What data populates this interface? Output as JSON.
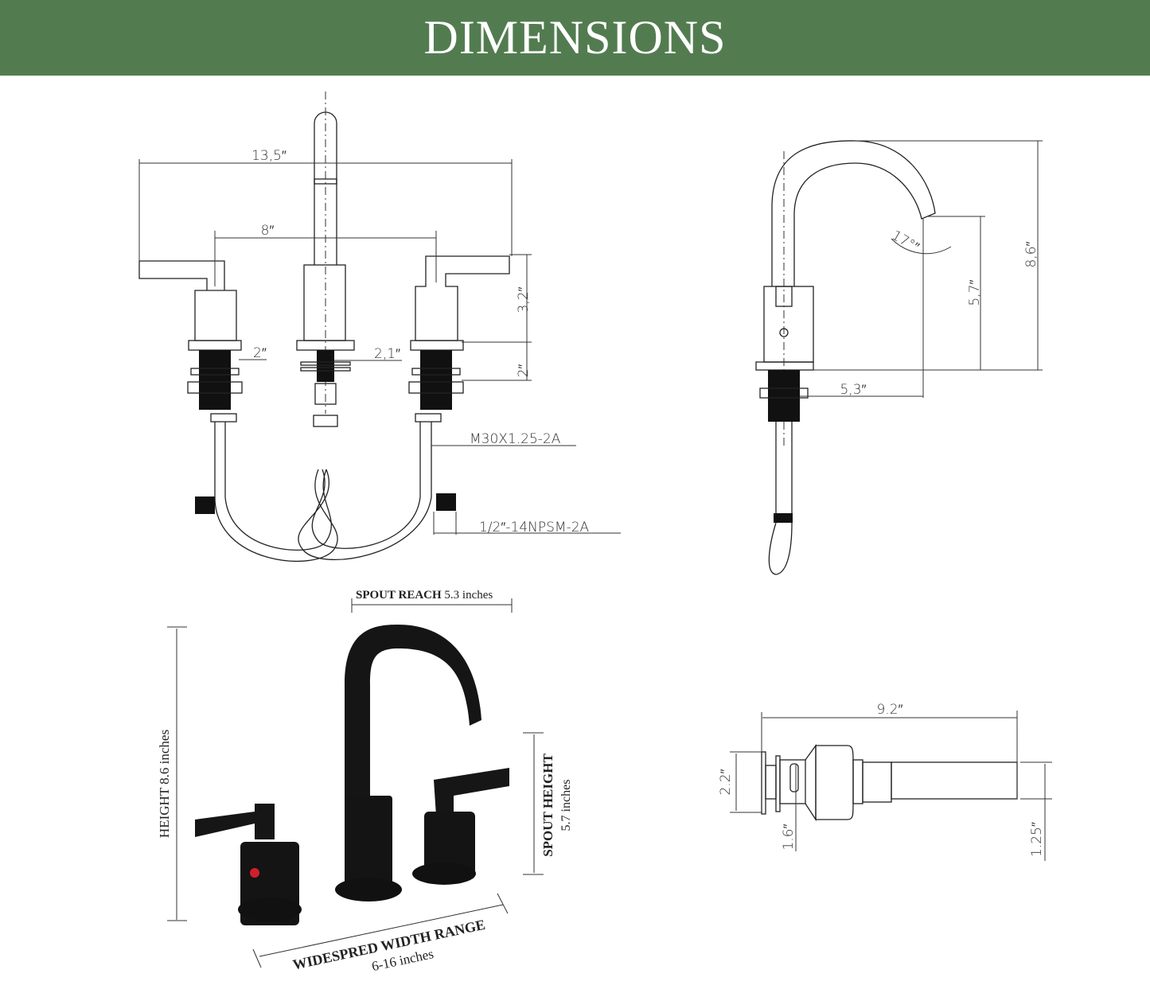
{
  "header": {
    "title": "DIMENSIONS",
    "background": "#527c50"
  },
  "front_view": {
    "overall_width": "13,5″",
    "center_spacing": "8″",
    "handle_height": "3,2″",
    "left_shank": "2″",
    "spout_shank": "2,1″",
    "body_height": "2″",
    "thread_spec": "M30X1.25-2A",
    "inlet_spec": "1/2″-14NPSM-2A"
  },
  "side_view": {
    "angle": "17°″",
    "spout_height": "5,7″",
    "total_height": "8,6″",
    "spout_reach": "5,3″"
  },
  "photo": {
    "spout_reach_label": "SPOUT REACH",
    "spout_reach_value": "5.3 inches",
    "height_label": "HEIGHT",
    "height_value": "8.6 inches",
    "spout_height_label": "SPOUT HEIGHT",
    "spout_height_value": "5.7 inches",
    "width_label": "WIDESPRED WIDTH RANGE",
    "width_value": "6-16 inches",
    "hot_indicator_color": "#d0202a"
  },
  "drain_view": {
    "length": "9.2″",
    "cap_diameter": "2.2″",
    "body_diameter": "1.6″",
    "tail_diameter": "1.25″"
  }
}
